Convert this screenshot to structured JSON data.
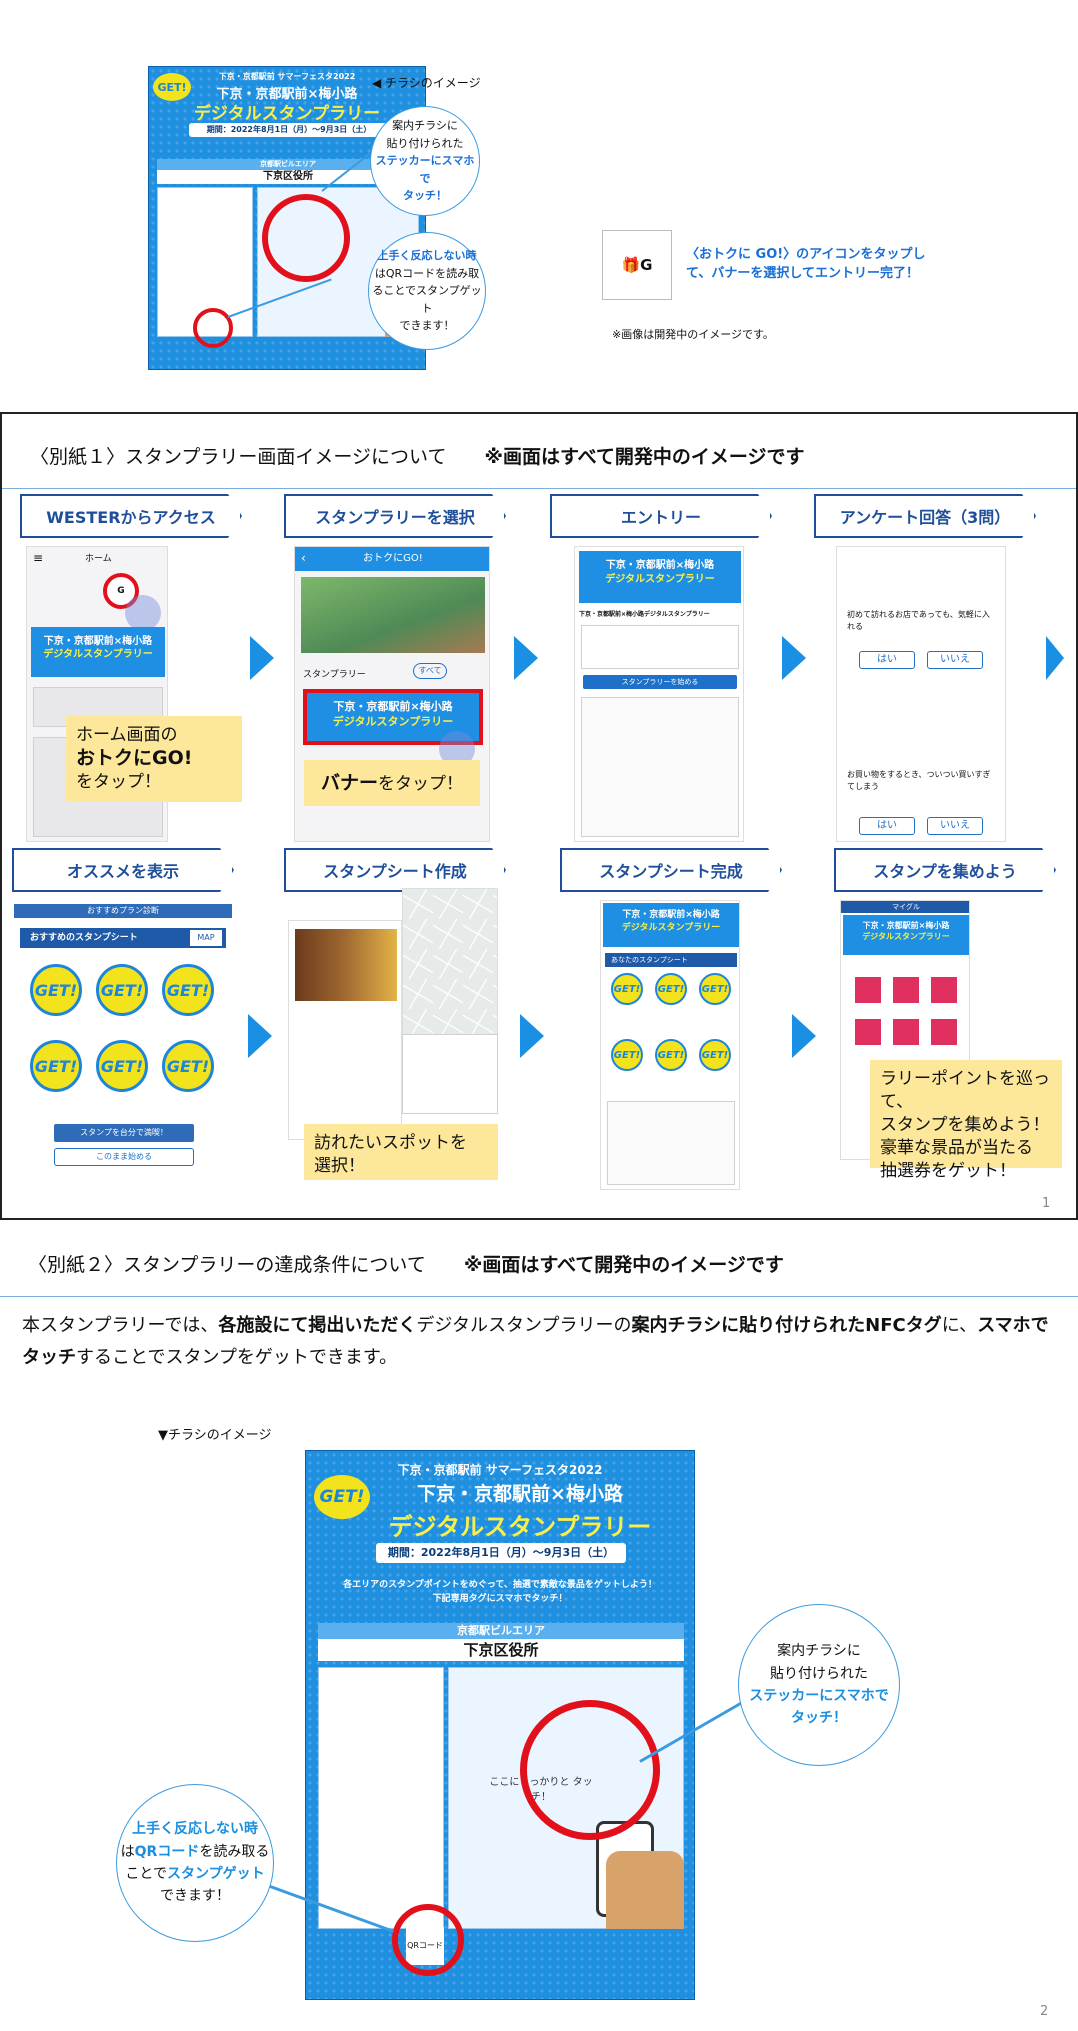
{
  "top": {
    "flyer_caption": "◀ チラシのイメージ",
    "flyer": {
      "kicker": "下京・京都駅前 サマーフェスタ2022",
      "title_line1": "下京・京都駅前×梅小路",
      "title_line2": "デジタルスタンプラリー",
      "period": "期間：2022年8月1日（月）～9月3日（土）",
      "area": "京都駅ビルエリア",
      "place": "下京区役所",
      "get": "GET!"
    },
    "bubble1": {
      "l1": "案内チラシに",
      "l2": "貼り付けられた",
      "l3": "ステッカーにスマホで",
      "l4": "タッチ！"
    },
    "bubble2": {
      "l1": "上手く反応しない時",
      "l2": "はQRコードを読み取",
      "l3": "ることでスタンプゲット",
      "l4": "できます！"
    },
    "icon_note": "〈おトクに GO!〉のアイコンをタップして、バナーを選択してエントリー完了！",
    "dev_note": "※画像は開発中のイメージです。"
  },
  "sheet1": {
    "title": "〈別紙１〉スタンプラリー画面イメージについて",
    "title_em": "※画面はすべて開発中のイメージです",
    "steps": [
      "WESTERからアクセス",
      "スタンプラリーを選択",
      "エントリー",
      "アンケート回答（3問）",
      "オススメを表示",
      "スタンプシート作成",
      "スタンプシート完成",
      "スタンプを集めよう"
    ],
    "note1": {
      "l1": "ホーム画面の",
      "l2": "おトクにGO!",
      "l3": "をタップ！"
    },
    "note2": {
      "l1": "バナー",
      "l2": "をタップ！"
    },
    "note3": {
      "l1": "訪れたいスポットを",
      "l2": "選択！"
    },
    "note4": {
      "l1": "ラリーポイントを巡って、",
      "l2": "スタンプを集めよう！",
      "l3": "豪華な景品が当たる",
      "l4": "抽選券をゲット！"
    },
    "screen_home": "ホーム",
    "screen_otoku": "おトクにGO!",
    "screen_stamprally": "スタンプラリー",
    "screen_all": "すべて",
    "screen_entry_title": "下京・京都駅前×梅小路デジタルスタンプラリー",
    "screen_entry_btn": "スタンプラリーを始める",
    "screen_q1": "初めて訪れるお店であっても、気軽に入れる",
    "screen_q2": "お買い物をするとき、ついつい買いすぎてしまう",
    "screen_yes": "はい",
    "screen_no": "いいえ",
    "screen_reco_head": "おすすめプラン診断",
    "screen_reco_title": "おすすめのスタンプシート",
    "screen_map": "MAP",
    "screen_reco_btn1": "スタンプを台分で満喫！",
    "screen_reco_btn2": "このまま始める",
    "screen_mypage": "マイグル",
    "screen_sheet": "あなたのスタンプシート",
    "mini_title1": "下京・京都駅前×梅小路",
    "mini_title2": "デジタルスタンプラリー",
    "get": "GET!",
    "page": "1"
  },
  "sheet2": {
    "title": "〈別紙２〉スタンプラリーの達成条件について",
    "title_em": "※画面はすべて開発中のイメージです",
    "body_p1": "本スタンプラリーでは、",
    "body_b1": "各施設にて掲出いただく",
    "body_p2": "デジタルスタンプラリーの",
    "body_b2": "案内チラシに貼り付けられたNFCタグ",
    "body_p3": "に、",
    "body_b3": "スマホでタッチ",
    "body_p4": "することでスタンプをゲットできます。",
    "flyer_caption": "▼チラシのイメージ",
    "flyer": {
      "kicker": "下京・京都駅前 サマーフェスタ2022",
      "title_line1": "下京・京都駅前×梅小路",
      "title_line2": "デジタルスタンプラリー",
      "period": "期間：2022年8月1日（月）～9月3日（土）",
      "sub": "各エリアのスタンプポイントをめぐって、抽選で素敵な景品をゲットしよう！",
      "sub2": "下記専用タグにスマホでタッチ！",
      "area": "京都駅ビルエリア",
      "place": "下京区役所",
      "touch": "ここにしっかりと タッチ！",
      "get": "GET!",
      "qr": "QRコード"
    },
    "bubble1": {
      "l1": "案内チラシに",
      "l2": "貼り付けられた",
      "l3": "ステッカーにスマホで",
      "l4": "タッチ！"
    },
    "bubble2": {
      "l1": "上手く反応しない時",
      "l2": "は",
      "l2b": "QRコード",
      "l2c": "を読み取る",
      "l3": "ことで",
      "l3b": "スタンプゲット",
      "l4": "できます！"
    },
    "page": "2"
  }
}
